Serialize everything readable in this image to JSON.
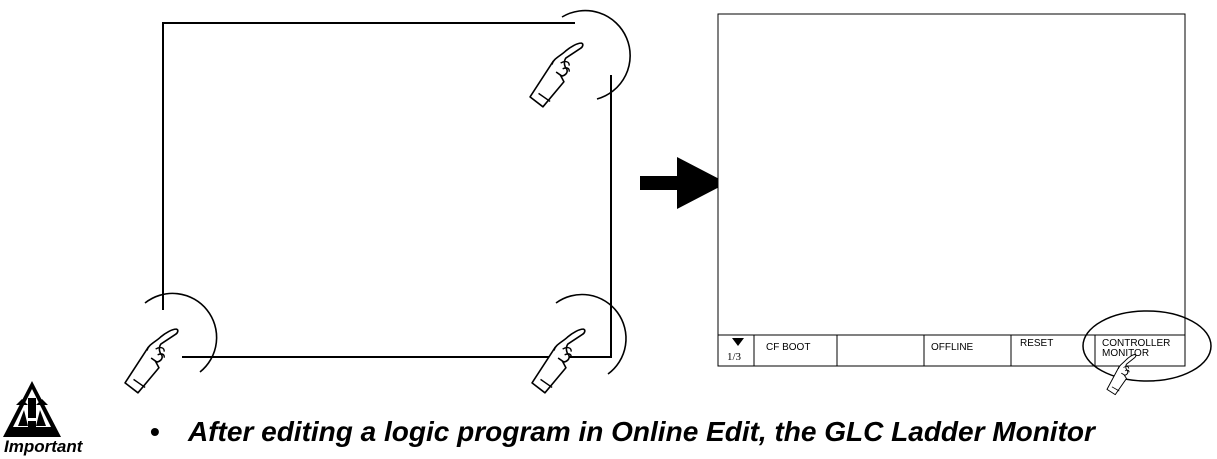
{
  "diagram": {
    "arrow_icon": "right-arrow-icon",
    "hand_icon": "pointing-hand-icon"
  },
  "right_screen": {
    "page_indicator": "1/3",
    "buttons": [
      {
        "label": "CF BOOT"
      },
      {
        "label": ""
      },
      {
        "label": "OFFLINE"
      },
      {
        "label": "RESET"
      },
      {
        "label_line1": "CONTROLLER",
        "label_line2": "MONITOR"
      }
    ]
  },
  "notice": {
    "icon": "warning-exclamation-icon",
    "label": "Important",
    "text": "After editing a logic program in Online Edit, the GLC Ladder Monitor"
  }
}
